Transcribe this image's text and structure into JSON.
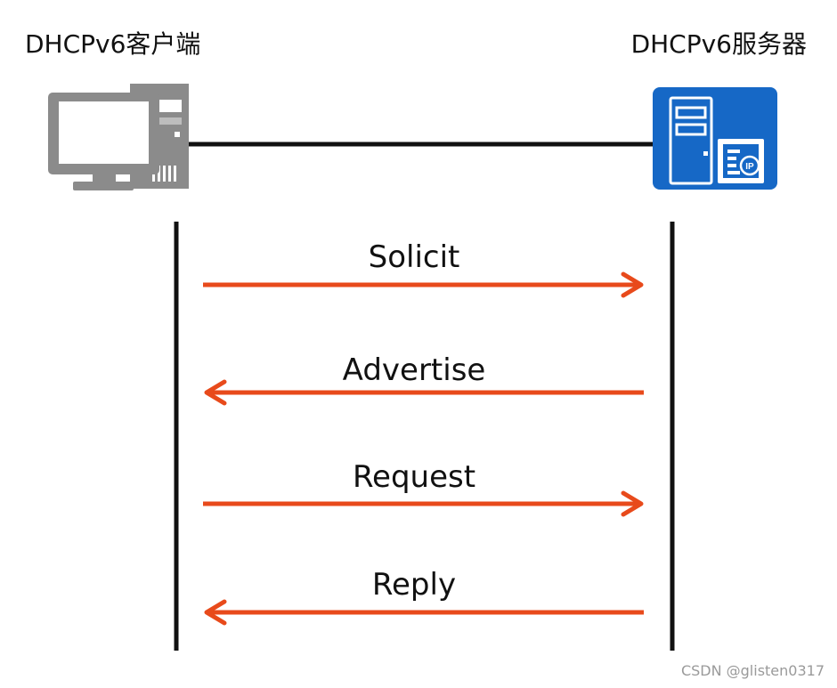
{
  "client": {
    "title": "DHCPv6客户端",
    "icon": "desktop-computer-icon"
  },
  "server": {
    "title": "DHCPv6服务器",
    "icon": "dhcp-server-icon",
    "icon_badge": "IP"
  },
  "messages": [
    {
      "label": "Solicit",
      "direction": "client-to-server"
    },
    {
      "label": "Advertise",
      "direction": "server-to-client"
    },
    {
      "label": "Request",
      "direction": "client-to-server"
    },
    {
      "label": "Reply",
      "direction": "server-to-client"
    }
  ],
  "colors": {
    "arrow": "#e84a1b",
    "lifeline": "#111111",
    "server_blue": "#1668c6",
    "client_gray": "#8a8a8a"
  },
  "watermark": "CSDN @glisten0317"
}
